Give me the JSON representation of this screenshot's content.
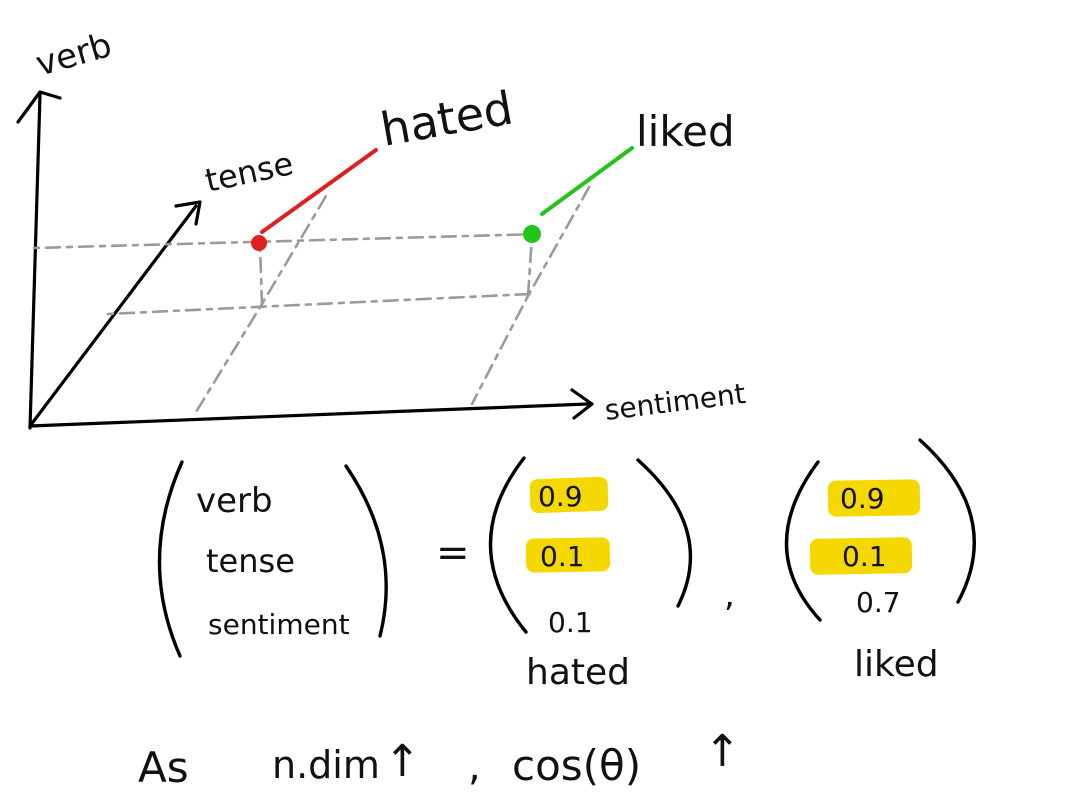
{
  "axes": {
    "vertical": "verb",
    "depth": "tense",
    "horizontal": "sentiment"
  },
  "points": [
    {
      "label": "hated",
      "color": "#e02020"
    },
    {
      "label": "liked",
      "color": "#22c41a"
    }
  ],
  "equation": {
    "left_vector": [
      "verb",
      "tense",
      "sentiment"
    ],
    "equals": "=",
    "separator": ",",
    "vectors": [
      {
        "label": "hated",
        "values": [
          "0.9",
          "0.1",
          "0.1"
        ],
        "highlighted": [
          true,
          true,
          false
        ],
        "color": "#e02020"
      },
      {
        "label": "liked",
        "values": [
          "0.9",
          "0.1",
          "0.7"
        ],
        "highlighted": [
          true,
          true,
          false
        ],
        "color": "#22c41a"
      }
    ],
    "highlight_color": "#f5d800"
  },
  "caption": {
    "prefix": "As",
    "term1": "n.dim",
    "arrow1": "↑",
    "comma": ",",
    "term2": "cos(θ)",
    "arrow2": "↑"
  }
}
